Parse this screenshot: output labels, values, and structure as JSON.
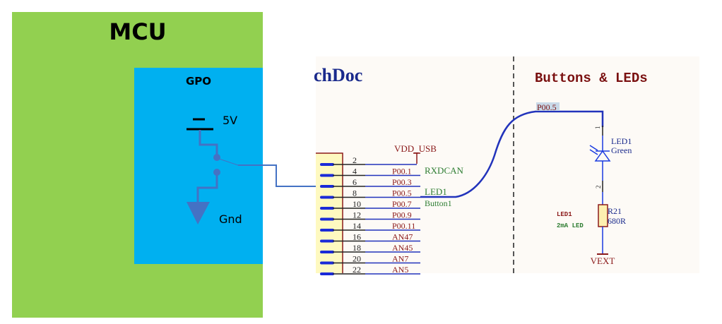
{
  "mcu": {
    "title": "MCU",
    "fill": "#92d050"
  },
  "gpo": {
    "title": "GPO",
    "fill": "#00b0f0",
    "supply_label": "5V",
    "ground_label": "Gnd",
    "wire_color": "#4472c4"
  },
  "schematic": {
    "doc_title_fragment": "chDoc",
    "section_title": "Buttons & LEDs",
    "background": "#fdfaf6",
    "net_power": "VDD_USB",
    "connector_pins": [
      {
        "num": "2",
        "net": ""
      },
      {
        "num": "4",
        "net": "P00.1"
      },
      {
        "num": "6",
        "net": "P00.3"
      },
      {
        "num": "8",
        "net": "P00.5"
      },
      {
        "num": "10",
        "net": "P00.7"
      },
      {
        "num": "12",
        "net": "P00.9"
      },
      {
        "num": "14",
        "net": "P00.11"
      },
      {
        "num": "16",
        "net": "AN47"
      },
      {
        "num": "18",
        "net": "AN45"
      },
      {
        "num": "20",
        "net": "AN7"
      },
      {
        "num": "22",
        "net": "AN5"
      }
    ],
    "net_aliases": {
      "rxdcan": "RXDCAN",
      "led1": "LED1",
      "button1": "Button1"
    },
    "led_net_label": "P00.5",
    "led": {
      "designator": "LED1",
      "value": "Green",
      "pin1": "1",
      "pin2": "2"
    },
    "resistor": {
      "designator": "R21",
      "value": "680R"
    },
    "note_line1": "LED1",
    "note_line2": "2mA LED",
    "ground_net": "VEXT"
  }
}
